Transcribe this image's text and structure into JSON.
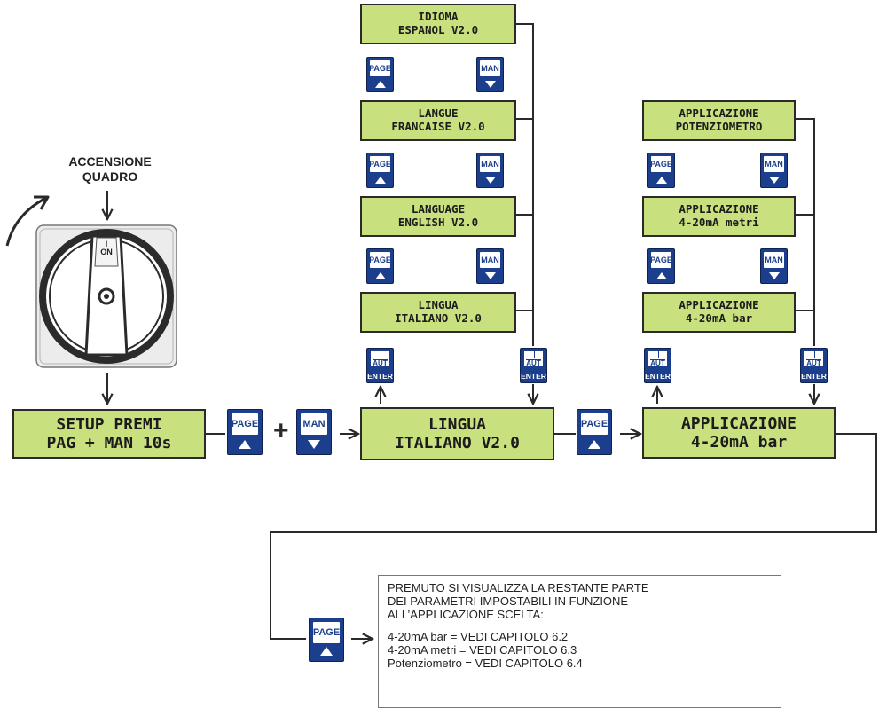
{
  "power_on": {
    "label_line1": "ACCENSIONE",
    "label_line2": "QUADRO",
    "switch_text": "I\nON"
  },
  "setup": {
    "line1": "SETUP PREMI",
    "line2": "PAG + MAN  10s"
  },
  "keys": {
    "page": "PAGE",
    "man": "MAN",
    "aut": "AUT",
    "enter": "ENTER"
  },
  "plus_sign": "+",
  "language_options": [
    {
      "line1": "IDIOMA",
      "line2": "ESPANOL V2.0"
    },
    {
      "line1": "LANGUE",
      "line2": "FRANCAISE V2.0"
    },
    {
      "line1": "LANGUAGE",
      "line2": "ENGLISH V2.0"
    },
    {
      "line1": "LINGUA",
      "line2": "ITALIANO V2.0"
    }
  ],
  "language_main": {
    "line1": "LINGUA",
    "line2": "ITALIANO V2.0"
  },
  "application_options": [
    {
      "line1": "APPLICAZIONE",
      "line2": "POTENZIOMETRO"
    },
    {
      "line1": "APPLICAZIONE",
      "line2": "4-20mA metri"
    },
    {
      "line1": "APPLICAZIONE",
      "line2": "4-20mA bar"
    }
  ],
  "application_main": {
    "line1": "APPLICAZIONE",
    "line2": "4-20mA bar"
  },
  "note": {
    "line1": "PREMUTO SI VISUALIZZA LA RESTANTE PARTE",
    "line2": "DEI PARAMETRI IMPOSTABILI IN FUNZIONE",
    "line3": "ALL’APPLICAZIONE SCELTA:",
    "item1": "4-20mA bar = VEDI CAPITOLO 6.2",
    "item2": "4-20mA metri = VEDI CAPITOLO 6.3",
    "item3": "Potenziometro = VEDI CAPITOLO 6.4"
  },
  "colors": {
    "lcd": "#c9e07e",
    "key_blue": "#1b3f8c",
    "line": "#2a2a2a",
    "arrow_gray": "#6f6f6f"
  }
}
